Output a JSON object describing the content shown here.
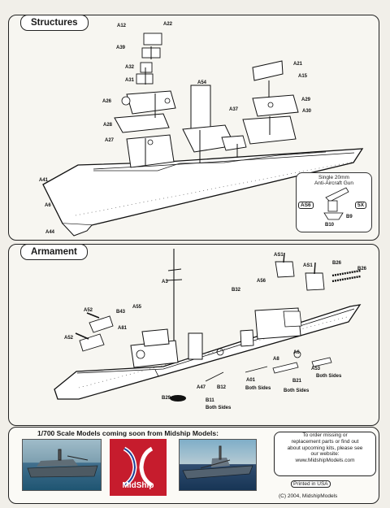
{
  "structures": {
    "label": "Structures",
    "callouts": [
      "A12",
      "A22",
      "A39",
      "A21",
      "A32",
      "A31",
      "A15",
      "A26",
      "A54",
      "A29",
      "A37",
      "A30",
      "A28",
      "A27",
      "A41",
      "A6",
      "A44"
    ],
    "gun_box": {
      "title_line1": "Single 20mm",
      "title_line2": "Anti-Aircraft Gun",
      "left_tag": "AS6",
      "right_tag": "5X",
      "part_b10": "B10",
      "part_b9": "B9"
    }
  },
  "armament": {
    "label": "Armament",
    "callouts": [
      "AS1",
      "AS1",
      "B26",
      "B26",
      "A3",
      "B32",
      "A56",
      "A52",
      "B43",
      "A55",
      "A81",
      "A52",
      "A8",
      "A6",
      "A53",
      "B12",
      "A47",
      "B11",
      "B29",
      "A01",
      "B21"
    ],
    "labels": {
      "both_sides_1": "Both Sides",
      "both_sides_2": "Both Sides",
      "both_sides_3": "Both Sides",
      "both_sides_4": "Both Sides"
    }
  },
  "footer": {
    "heading": "1/700 Scale Models coming soon from Midship Models:",
    "logo": "MidShip",
    "info_line1": "To order missing or",
    "info_line2": "replacement parts or find out",
    "info_line3": "about upcoming kits, please see",
    "info_line4": "our website:",
    "info_line5": "www.MidshipModels.com",
    "printed": "Printed in USA",
    "copyright": "(C) 2004, MidshipModels"
  },
  "colors": {
    "logo_red": "#c61c2d",
    "ink": "#1a1a1a"
  }
}
